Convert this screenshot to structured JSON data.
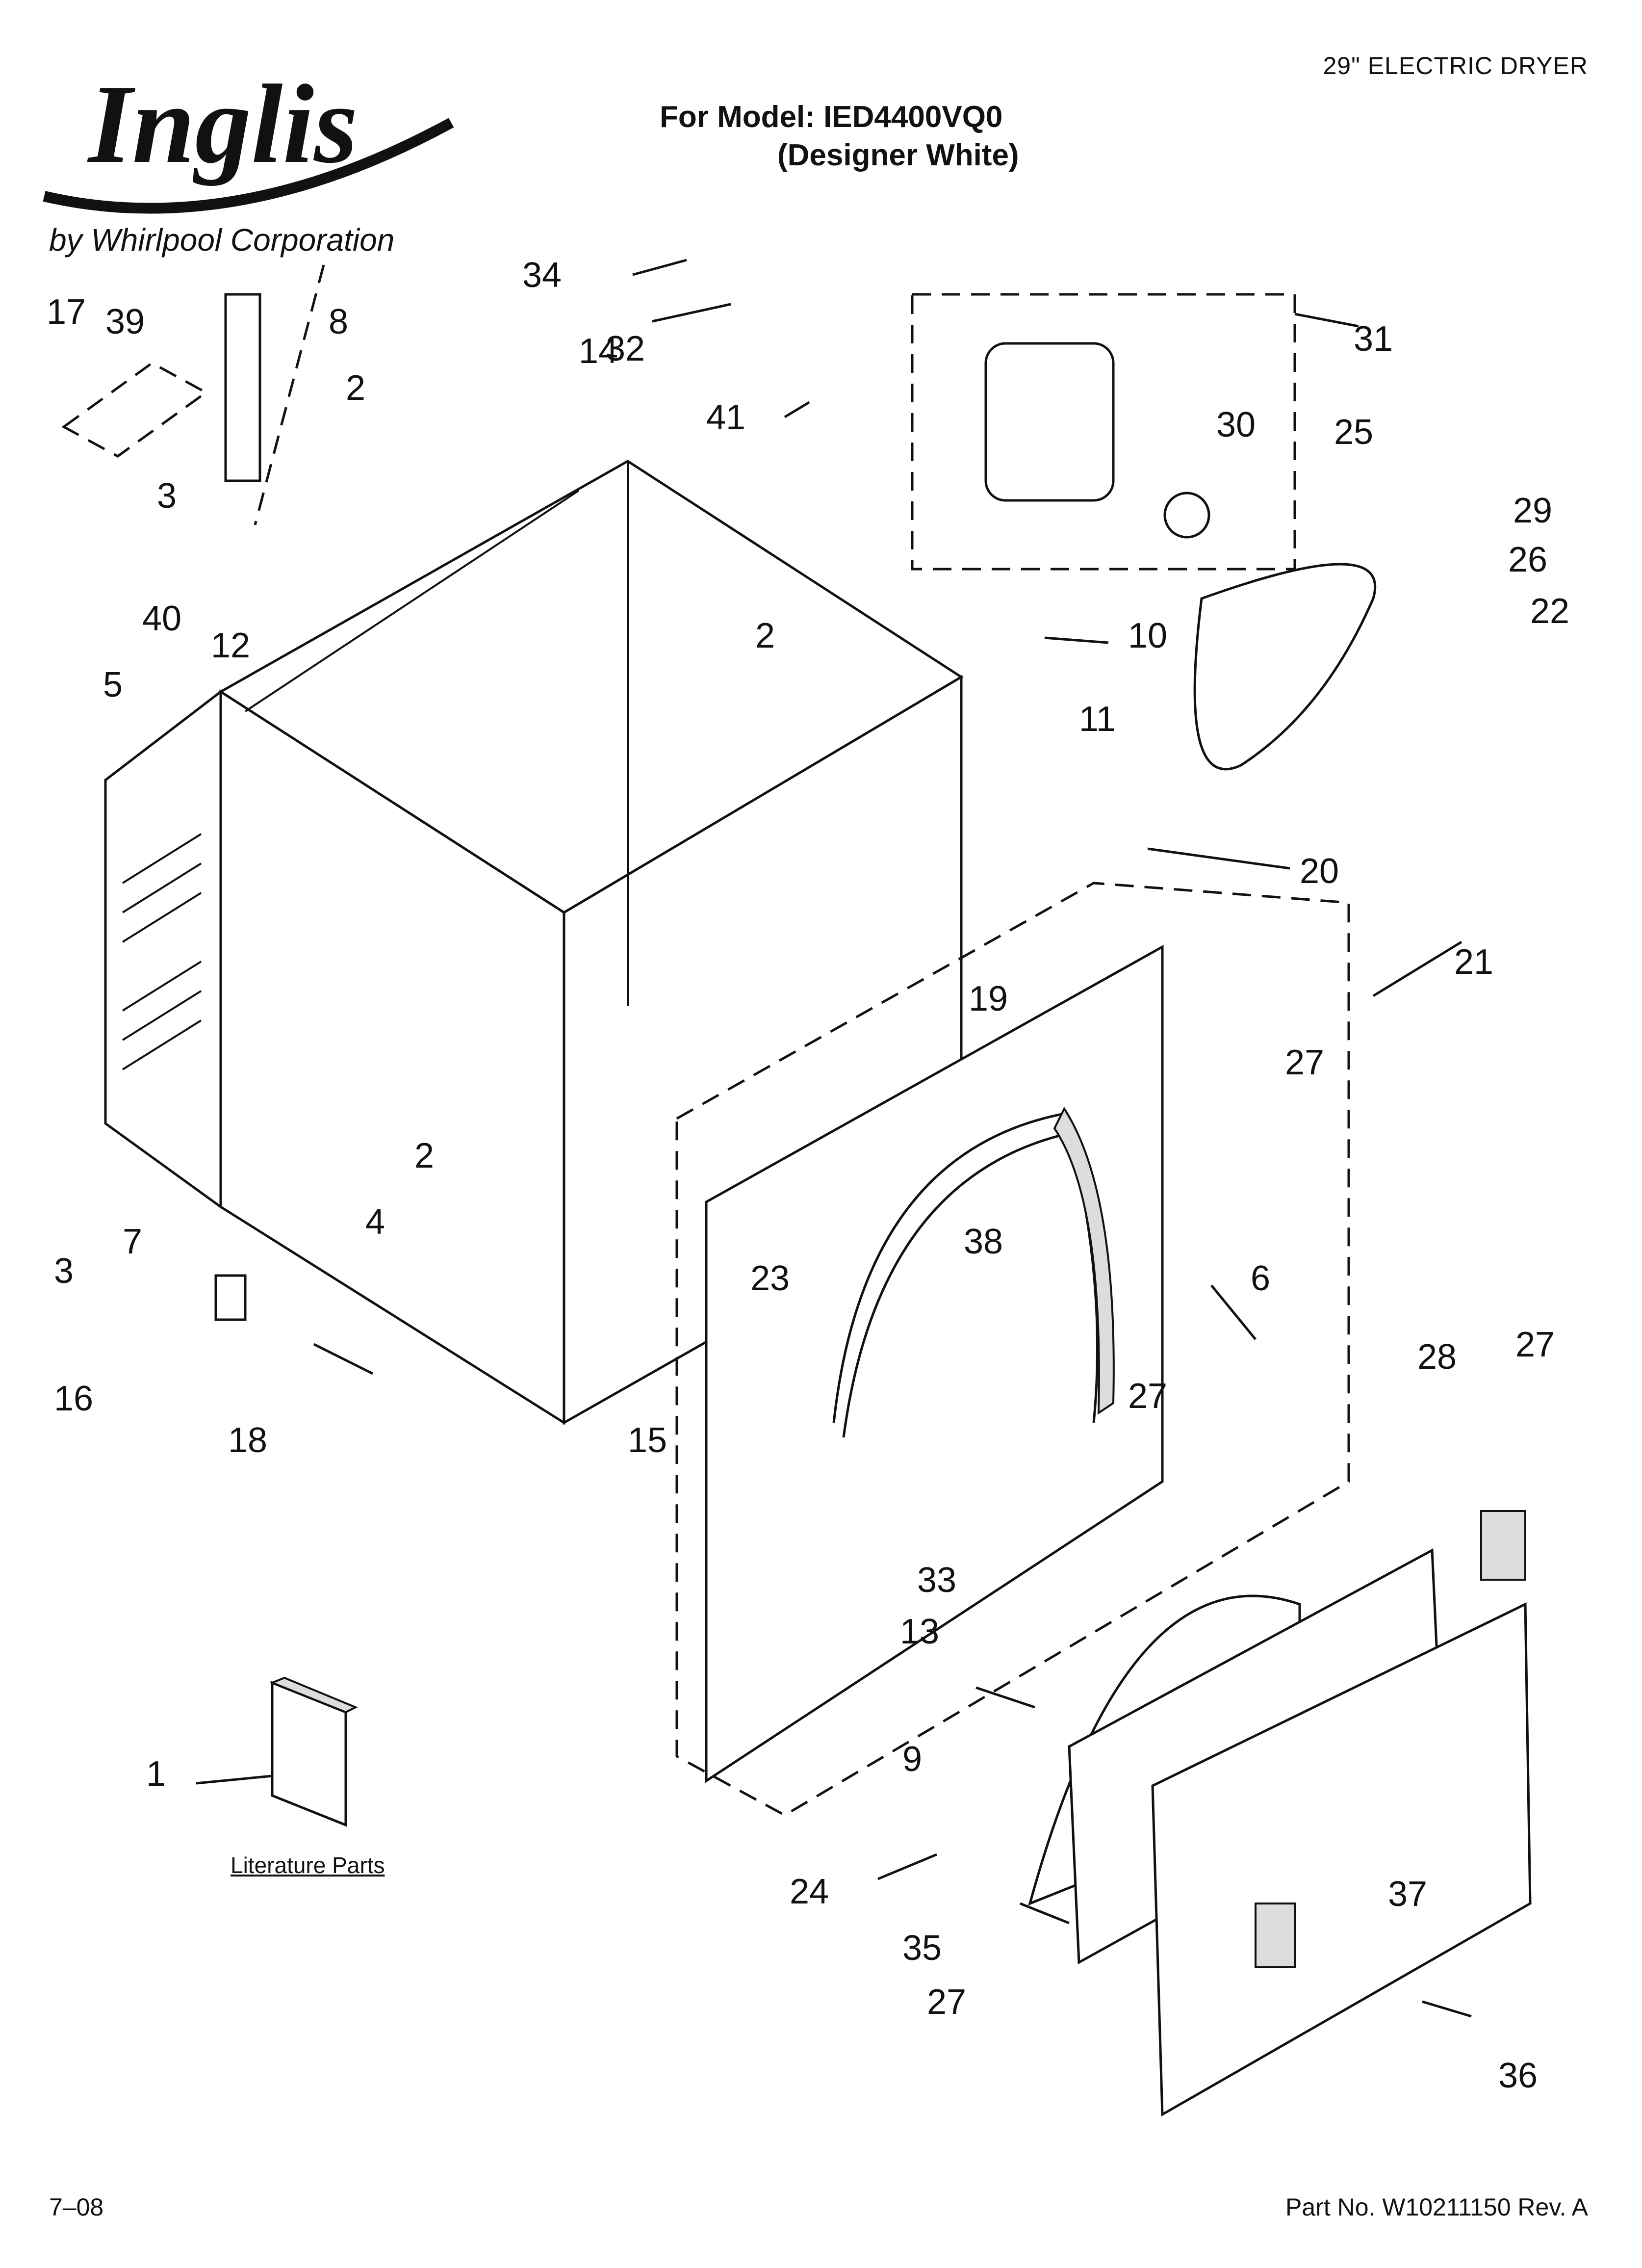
{
  "brand": {
    "name": "Inglis",
    "tagline": "by Whirlpool Corporation"
  },
  "header": {
    "product": "29\" ELECTRIC DRYER",
    "model_line": "For Model: IED4400VQ0",
    "color_line": "(Designer White)"
  },
  "literature_label": "Literature Parts",
  "footer": {
    "date": "7–08",
    "part_number": "Part No. W10211150 Rev. A"
  },
  "callouts": [
    "1",
    "2",
    "3",
    "4",
    "5",
    "6",
    "7",
    "8",
    "9",
    "10",
    "11",
    "12",
    "13",
    "14",
    "15",
    "16",
    "17",
    "18",
    "19",
    "20",
    "21",
    "22",
    "23",
    "24",
    "25",
    "26",
    "27",
    "28",
    "29",
    "30",
    "31",
    "32",
    "33",
    "34",
    "35",
    "36",
    "37",
    "38",
    "39",
    "40",
    "41"
  ]
}
